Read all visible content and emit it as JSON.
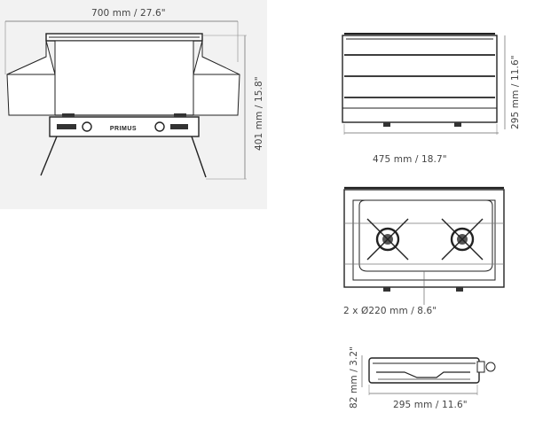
{
  "front_view": {
    "width_label": "700 mm / 27.6\"",
    "height_label": "401 mm / 15.8\"",
    "brand": "PRIMUS"
  },
  "back_view": {
    "width_label": "475 mm / 18.7\"",
    "height_label": "295 mm / 11.6\""
  },
  "top_view": {
    "burner_label": "2 x Ø220 mm / 8.6\""
  },
  "side_view": {
    "height_label": "82 mm / 3.2\"",
    "width_label": "295 mm / 11.6\""
  },
  "colors": {
    "line": "#222222",
    "dim_line": "#555555",
    "panel": "#f2f2f2"
  }
}
